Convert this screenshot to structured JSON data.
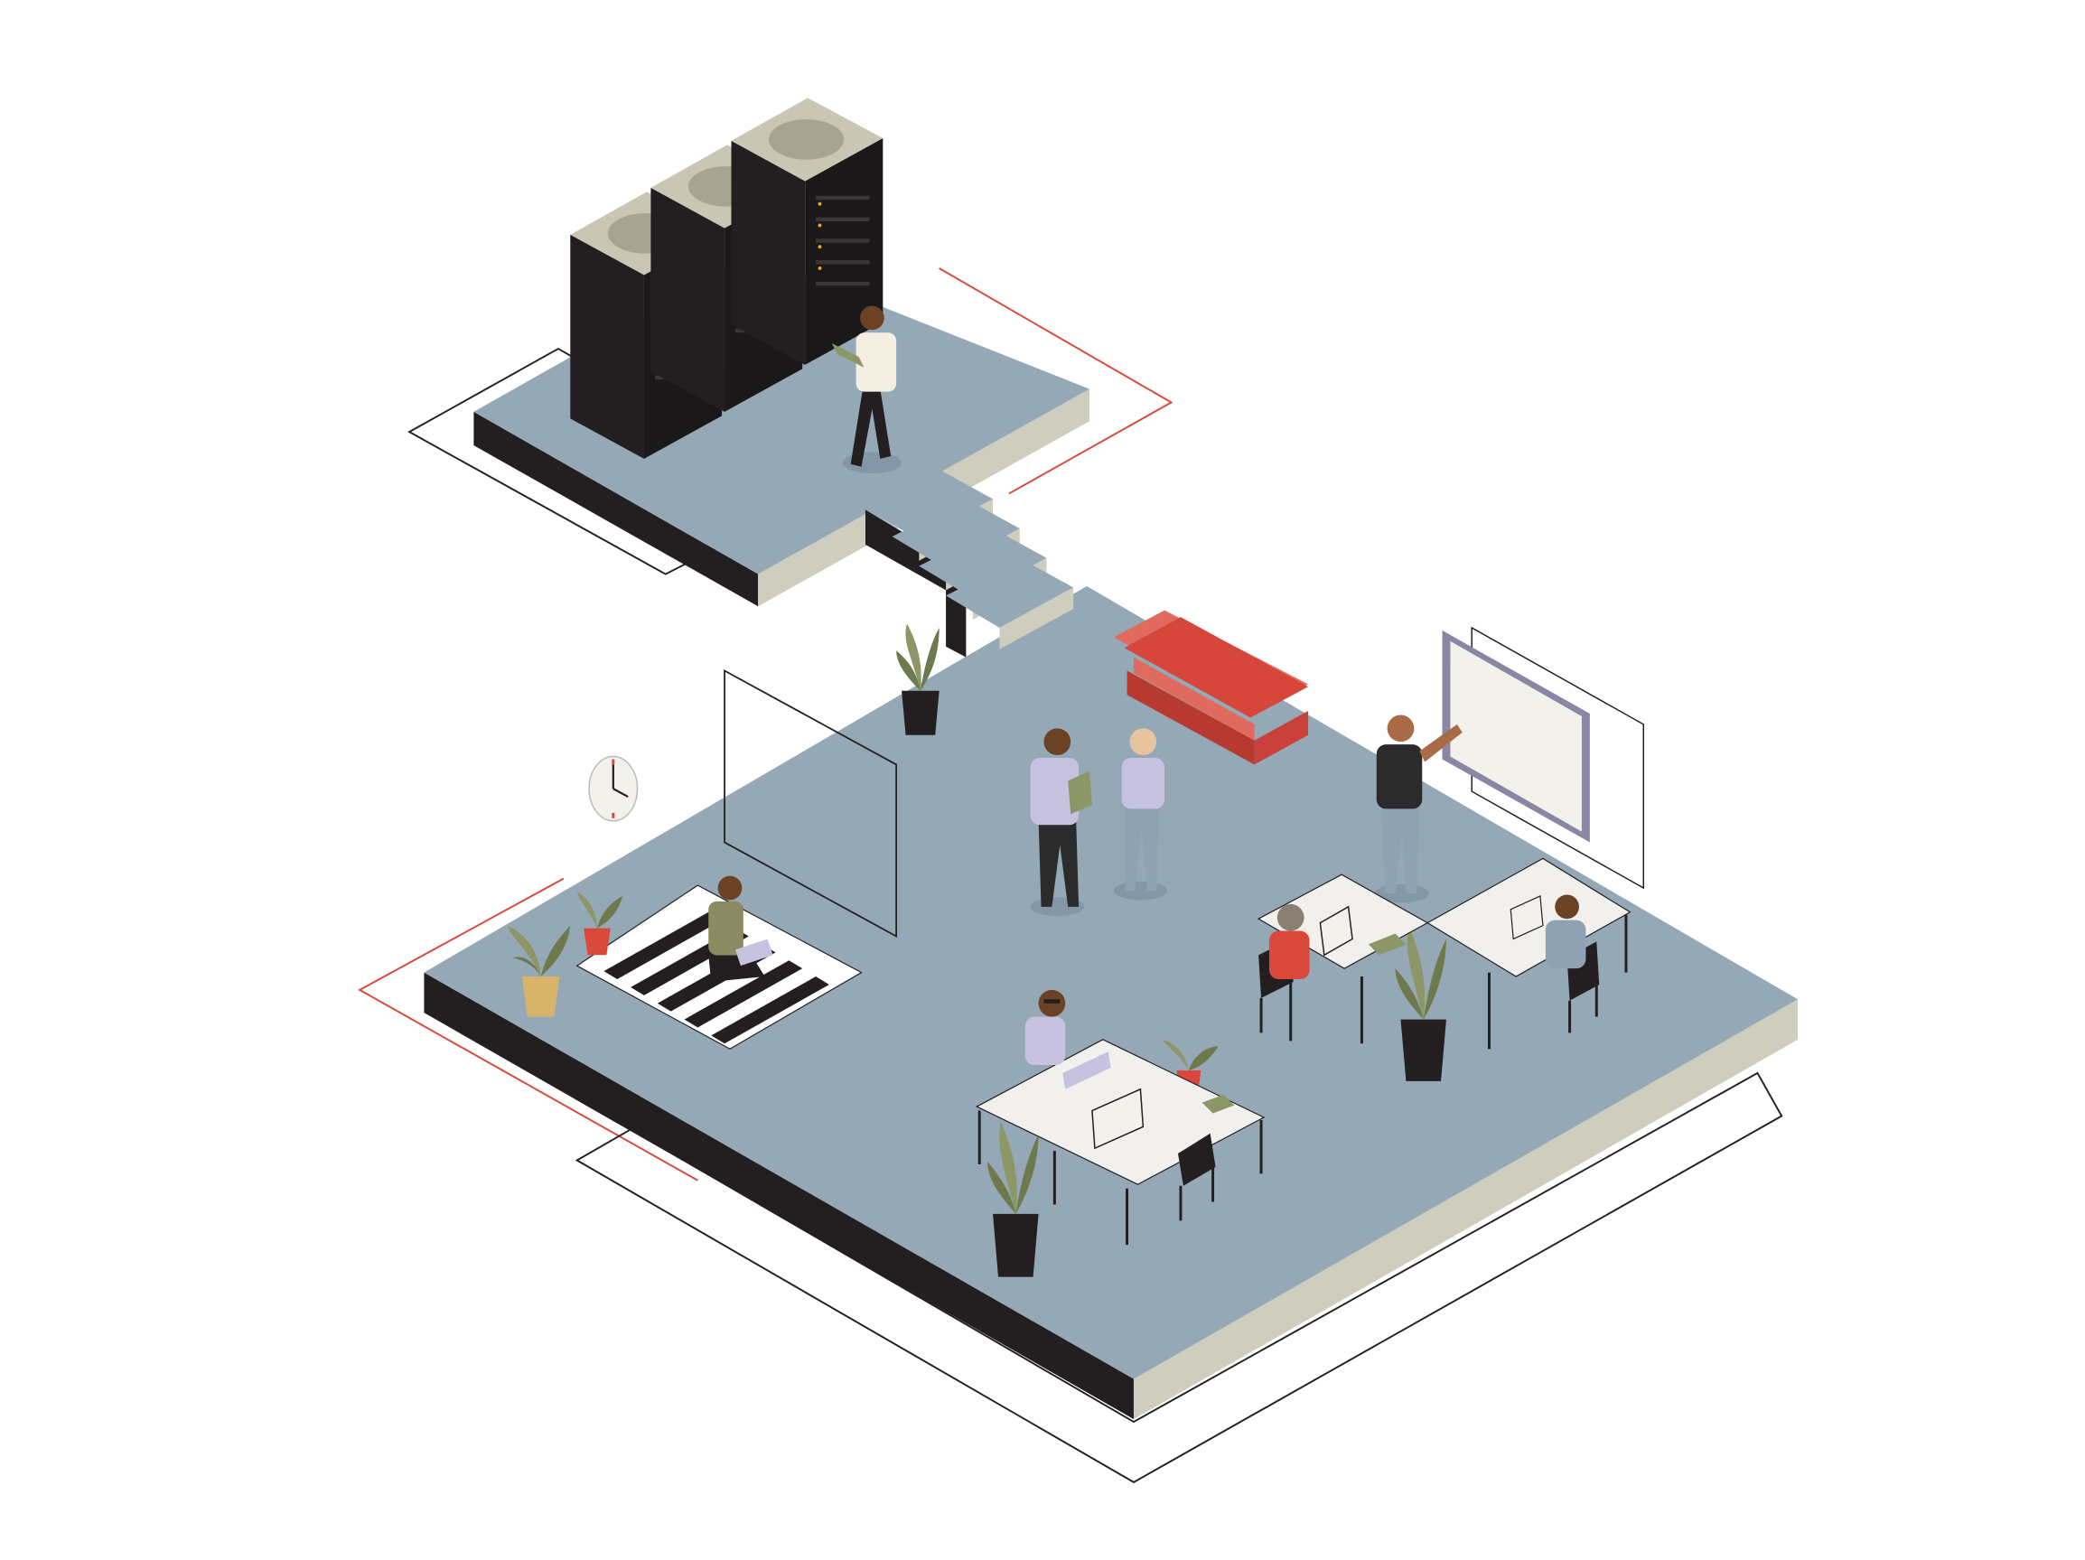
{
  "illustration": {
    "subject": "isometric-office",
    "colors": {
      "floor_top": "#94a8b6",
      "floor_front": "#cfcdbd",
      "floor_side": "#231f20",
      "server_body": "#231f20",
      "server_top": "#c9c6b3",
      "server_fan": "#a8a492",
      "led": "#e8a33a",
      "accent_red": "#d9483b",
      "sofa": "#d6463a",
      "desk_top": "#f1f0ec",
      "whiteboard_frame": "#8a86a3",
      "whiteboard_face": "#f2f1ec",
      "plant_leaf": "#8c9667",
      "plant_dark": "#6e7a4e",
      "pot_black": "#231f20",
      "pot_red": "#d9483b",
      "pot_tan": "#d8b46a",
      "outline": "#231f20",
      "skin_dark": "#6b4226",
      "skin_medium": "#a86b45",
      "skin_light": "#e8c3a0",
      "shirt_white": "#f3efe2",
      "shirt_lilac": "#c7c2e0",
      "shirt_red": "#d9483b",
      "shirt_olive": "#8b8a63",
      "shirt_black": "#2b2b2b",
      "pants_dark": "#2b2b2b",
      "pants_blue": "#8fa2b3"
    },
    "objects": [
      "server-rack",
      "server-rack",
      "server-rack",
      "staircase",
      "sofa",
      "whiteboard",
      "wall-clock",
      "glass-partition",
      "striped-rug",
      "desk-cluster-left",
      "desk-cluster-right",
      "potted-plant",
      "office-chair"
    ],
    "people": [
      "technician-with-tablet",
      "colleague-with-clipboard",
      "colleague-listening",
      "presenter-at-whiteboard",
      "worker-on-floor-with-laptop",
      "worker-at-desk-glasses",
      "worker-red-shirt",
      "worker-blue-shirt"
    ]
  }
}
